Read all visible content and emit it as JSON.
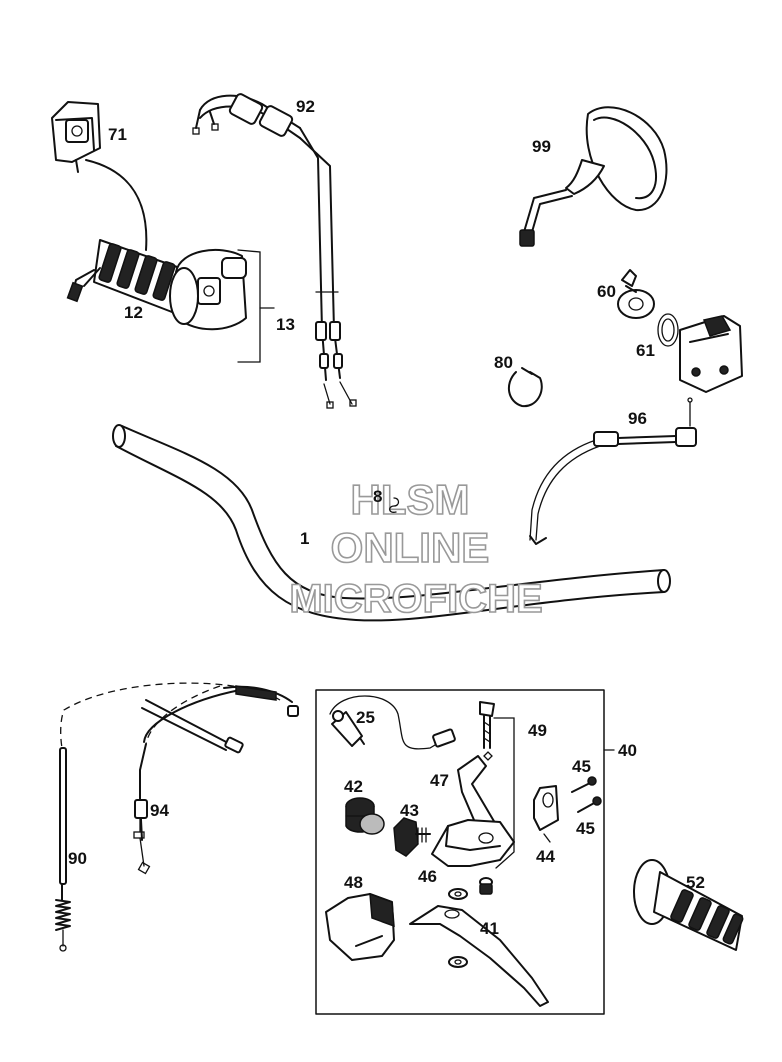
{
  "watermark": {
    "line1": "HLSM",
    "line2": "ONLINE",
    "line3": "MICROFICHE"
  },
  "callouts": {
    "p71": "71",
    "p92": "92",
    "p99": "99",
    "p12": "12",
    "p13": "13",
    "p60": "60",
    "p61": "61",
    "p80": "80",
    "p96": "96",
    "p8": "8",
    "p1": "1",
    "p25": "25",
    "p49": "49",
    "p40": "40",
    "p47": "47",
    "p45a": "45",
    "p42": "42",
    "p43": "43",
    "p94": "94",
    "p45b": "45",
    "p90": "90",
    "p44": "44",
    "p46": "46",
    "p48": "48",
    "p52": "52",
    "p41": "41"
  }
}
